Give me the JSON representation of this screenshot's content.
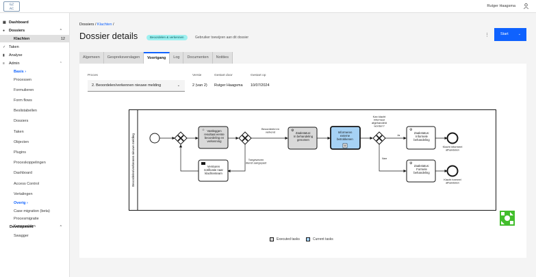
{
  "topbar": {
    "logo_line1": "GZ",
    "logo_line2": "AC",
    "user_name": "Rutger Haagsma",
    "user_icon": "user-icon"
  },
  "sidebar": {
    "dashboard": "Dashboard",
    "dossiers": "Dossiers",
    "klachten": "Klachten",
    "klachten_count": "12",
    "taken": "Taken",
    "analyse": "Analyse",
    "admin": "Admin",
    "basis": "Basis ›",
    "admin_items": [
      "Processen",
      "Formulieren",
      "Form flows",
      "Beslistabellen",
      "Dossiers",
      "Taken",
      "Objecten",
      "Plugins",
      "Proceskoppelingen",
      "Dashboard",
      "Access Control",
      "Vertalingen"
    ],
    "overig": "Overig ›",
    "overig_items": [
      "Case migration (beta)",
      "Procesmigratie",
      "Keuzevelden"
    ],
    "development": "Development",
    "development_items": [
      "Swagger"
    ]
  },
  "breadcrumb": {
    "root": "Dossiers",
    "sep": "/",
    "current": "Klachten",
    "sep2": "/"
  },
  "header": {
    "title": "Dossier details",
    "status_badge": "Beoordelen & verkennen",
    "assign_link": "Gebruiker toewijzen aan dit dossier",
    "start_label": "Start"
  },
  "tabs": [
    "Algemeen",
    "Gespreksverslagen",
    "Voortgang",
    "Log",
    "Documenten",
    "Notities"
  ],
  "active_tab": "Voortgang",
  "process_info": {
    "proces_label": "Proces",
    "proces_value": "2. Beoordelen/verkennen nieuwe melding",
    "versie_label": "Versie",
    "versie_value": "2 (van 2)",
    "gestart_door_label": "Gestart door",
    "gestart_door_value": "Rutger Haagsma",
    "gestart_op_label": "Gestart op",
    "gestart_op_value": "10/07/2024"
  },
  "diagram": {
    "lane_label": "Beoordelen/verkennen nieuwe melding",
    "task_vastleggen": [
      "Vastleggen",
      "resultaat eerste",
      "beoordeling en",
      "verkenning"
    ],
    "task_versturen": [
      "Versturen",
      "notificatie naar",
      "klachtenteam"
    ],
    "task_zaakstatus_behandeling": [
      "Zaakstatus:",
      "In behandeling",
      "genomen"
    ],
    "task_informeren": [
      "Informeren",
      "externe",
      "betrokkenen"
    ],
    "task_zaakstatus_informeel": [
      "Zaakstatus:",
      "Informele",
      "behandeling"
    ],
    "task_zaakstatus_formeel": [
      "Zaakstatus:",
      "Formele",
      "behandeling"
    ],
    "flow_beoordeeld": [
      "Beoordeeld en",
      "verkend"
    ],
    "flow_toegewezen": [
      "Toegewezen",
      "dienst aangepast"
    ],
    "gateway_question": [
      "Kan klacht",
      "informeel",
      "afgehandeld",
      "worden?"
    ],
    "flow_ja": "Ja",
    "flow_nee": "Nee",
    "end_informeel": [
      "Klacht informeel",
      "afhandelen"
    ],
    "end_formeel": [
      "Klacht formeel",
      "afhandelen"
    ],
    "executed_color": "#d9d9d9",
    "current_color": "#a6d2f5"
  },
  "legend": {
    "executed": "Executed tasks",
    "current": "Current tasks"
  },
  "colors": {
    "accent": "#0f62fe",
    "badge_bg": "#9ef0f0",
    "fab": "#42be2c"
  }
}
